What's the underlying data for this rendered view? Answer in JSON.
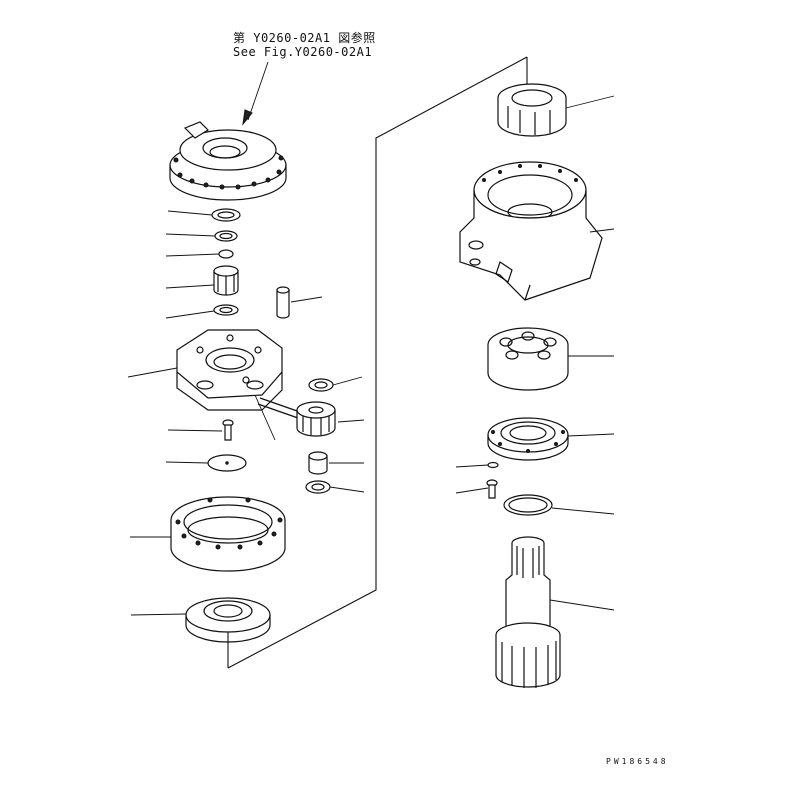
{
  "reference_note": {
    "line1": "第 Y0260-02A1 図参照",
    "line2": "See Fig.Y0260-02A1"
  },
  "figure_code": "PW186548"
}
